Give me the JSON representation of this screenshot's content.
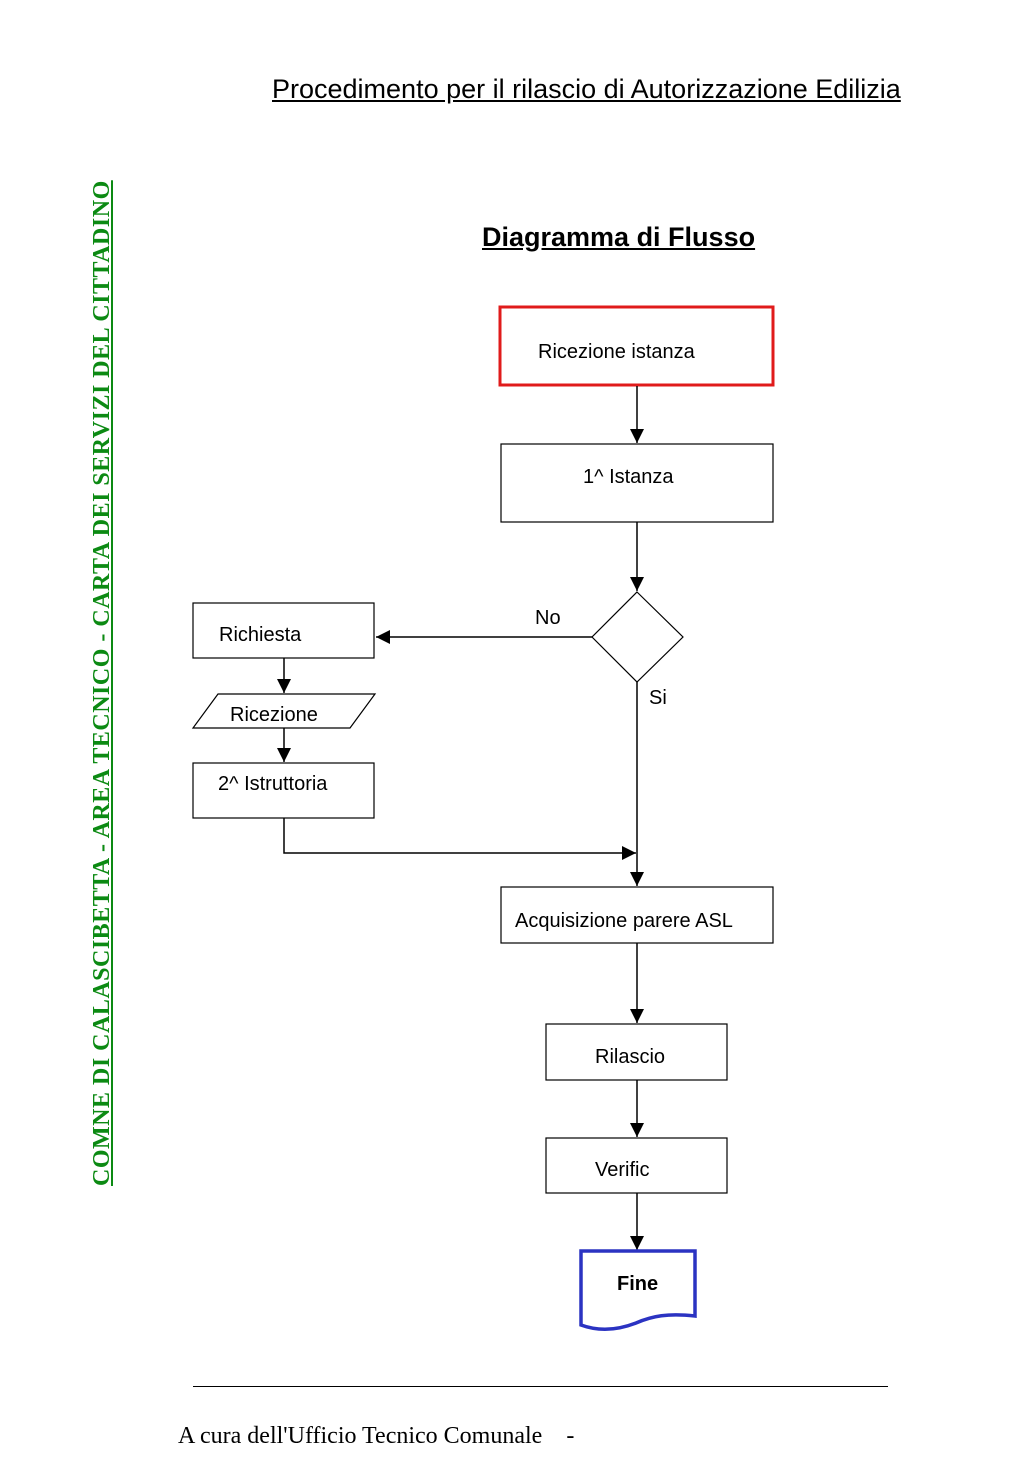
{
  "header": {
    "title": "Procedimento per il rilascio di Autorizzazione Edilizia"
  },
  "side_band": {
    "text": "COMNE DI CALASCIBETTA - AREA TECNICO - CARTA DEI SERVIZI DEL CITTADINO",
    "color": "#0c8a13"
  },
  "diagram": {
    "title": "Diagramma di Flusso",
    "nodes": {
      "ricezione_istanza": "Ricezione istanza",
      "istanza_1": "1^ Istanza",
      "richiesta": "Richiesta",
      "ricezione": "Ricezione",
      "istruttoria_2": "2^ Istruttoria",
      "acquisizione_parere": "Acquisizione parere ASL",
      "rilascio": "Rilascio",
      "verific": "Verific",
      "fine": "Fine"
    },
    "labels": {
      "no": "No",
      "si": "Si"
    },
    "colors": {
      "start_border": "#e01b1b",
      "end_border": "#2b33c2"
    }
  },
  "footer": {
    "text": "A cura dell'Ufficio Tecnico Comunale    -"
  }
}
